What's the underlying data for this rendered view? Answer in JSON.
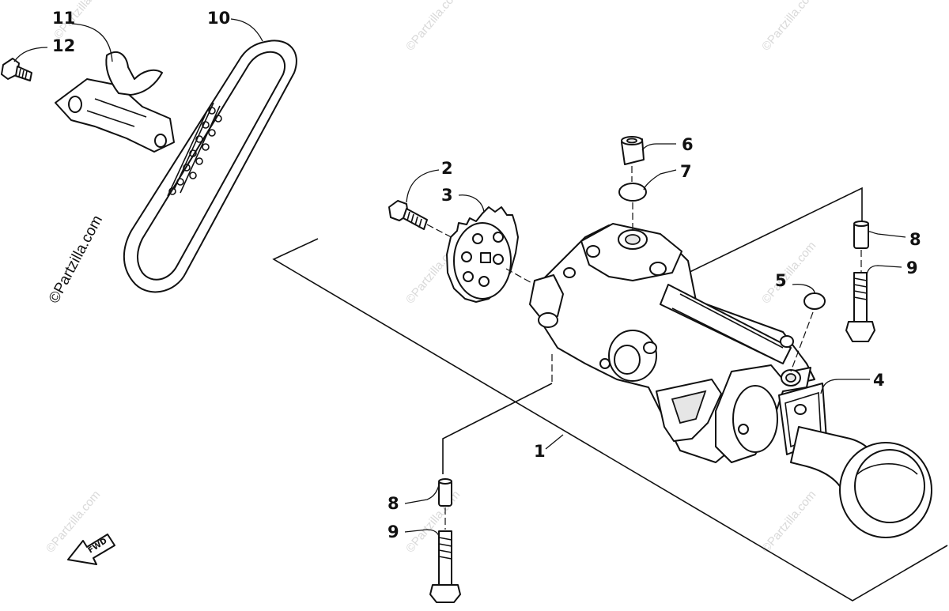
{
  "diagram": {
    "callouts": [
      "1",
      "2",
      "3",
      "4",
      "5",
      "6",
      "7",
      "8",
      "9",
      "8",
      "9",
      "10",
      "11",
      "12"
    ],
    "watermark_text": "©Partzilla.com",
    "side_watermark_text": "©Partzilla.com",
    "direction_label": "FWD"
  }
}
